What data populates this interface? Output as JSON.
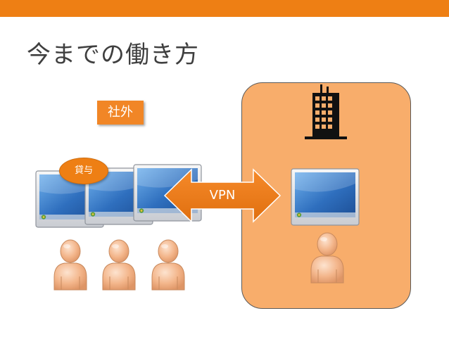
{
  "slide": {
    "title": "今までの働き方"
  },
  "diagram": {
    "outside_label": "社外",
    "lend_badge": "貸与",
    "vpn_label": "VPN",
    "icons": {
      "building": "office-building-icon",
      "monitor": "computer-monitor-icon",
      "person": "person-icon"
    }
  },
  "colors": {
    "accent": "#ee7f14",
    "office_zone": "#f8ad6b",
    "screen": "#3a78c0",
    "person": "#f3b58a"
  }
}
